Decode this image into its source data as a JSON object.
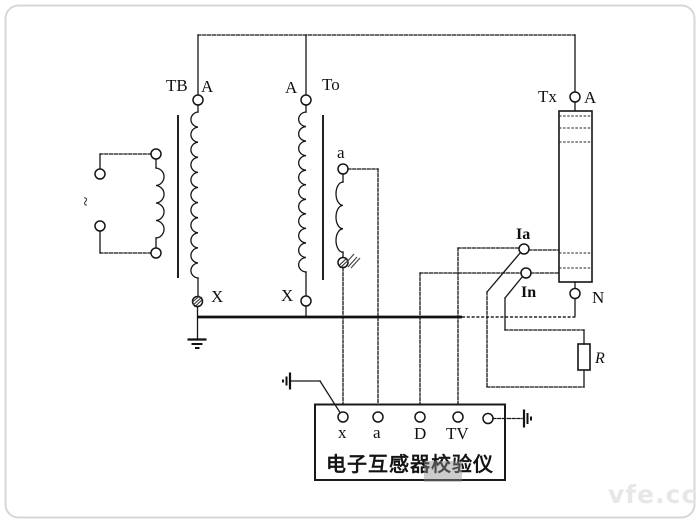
{
  "watermark": "vfe.cc",
  "labels": {
    "supply_tilde": "~",
    "tb": "TB",
    "tb_a": "A",
    "tb_x": "X",
    "to_a": "A",
    "to": "To",
    "to_x": "X",
    "to_sec_a": "a",
    "tx": "Tx",
    "tx_a": "A",
    "tx_n": "N",
    "ia": "Ia",
    "in": "In",
    "r": "R"
  },
  "calibrator": {
    "title": "电子互感器校验仪",
    "terminals": {
      "x": "x",
      "a": "a",
      "d": "D",
      "tv": "TV"
    }
  }
}
